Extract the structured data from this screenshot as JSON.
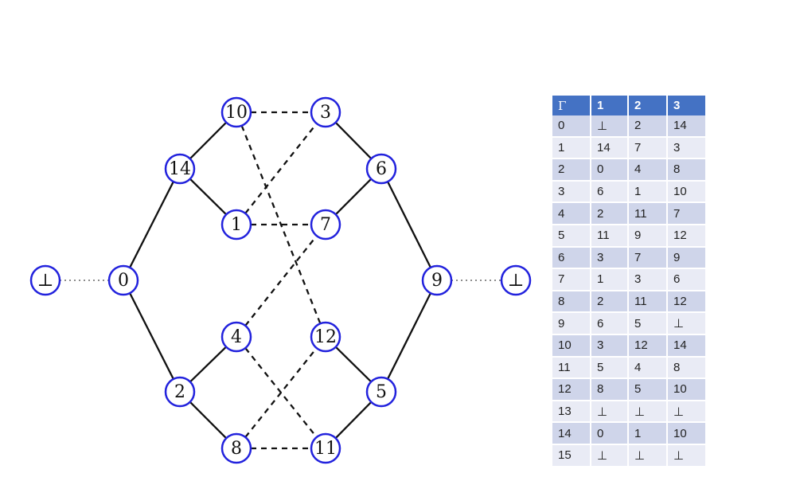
{
  "diagram": {
    "nodes": [
      {
        "id": "n0",
        "label": "0"
      },
      {
        "id": "n1",
        "label": "1"
      },
      {
        "id": "n2",
        "label": "2"
      },
      {
        "id": "n3",
        "label": "3"
      },
      {
        "id": "n4",
        "label": "4"
      },
      {
        "id": "n5",
        "label": "5"
      },
      {
        "id": "n6",
        "label": "6"
      },
      {
        "id": "n7",
        "label": "7"
      },
      {
        "id": "n8",
        "label": "8"
      },
      {
        "id": "n9",
        "label": "9"
      },
      {
        "id": "n10",
        "label": "10"
      },
      {
        "id": "n11",
        "label": "11"
      },
      {
        "id": "n12",
        "label": "12"
      },
      {
        "id": "n14",
        "label": "14"
      },
      {
        "id": "bl",
        "label": "⊥"
      },
      {
        "id": "br",
        "label": "⊥"
      }
    ],
    "edges": [
      {
        "from": "n0",
        "to": "n14",
        "style": "solid"
      },
      {
        "from": "n0",
        "to": "n2",
        "style": "solid"
      },
      {
        "from": "n14",
        "to": "n10",
        "style": "solid"
      },
      {
        "from": "n14",
        "to": "n1",
        "style": "solid"
      },
      {
        "from": "n2",
        "to": "n4",
        "style": "solid"
      },
      {
        "from": "n2",
        "to": "n8",
        "style": "solid"
      },
      {
        "from": "n3",
        "to": "n6",
        "style": "solid"
      },
      {
        "from": "n7",
        "to": "n6",
        "style": "solid"
      },
      {
        "from": "n6",
        "to": "n9",
        "style": "solid"
      },
      {
        "from": "n12",
        "to": "n5",
        "style": "solid"
      },
      {
        "from": "n11",
        "to": "n5",
        "style": "solid"
      },
      {
        "from": "n5",
        "to": "n9",
        "style": "solid"
      },
      {
        "from": "n10",
        "to": "n3",
        "style": "dashed"
      },
      {
        "from": "n10",
        "to": "n12",
        "style": "dashed"
      },
      {
        "from": "n1",
        "to": "n3",
        "style": "dashed"
      },
      {
        "from": "n1",
        "to": "n7",
        "style": "dashed"
      },
      {
        "from": "n4",
        "to": "n7",
        "style": "dashed"
      },
      {
        "from": "n4",
        "to": "n11",
        "style": "dashed"
      },
      {
        "from": "n8",
        "to": "n12",
        "style": "dashed"
      },
      {
        "from": "n8",
        "to": "n11",
        "style": "dashed"
      },
      {
        "from": "bl",
        "to": "n0",
        "style": "dotted"
      },
      {
        "from": "n9",
        "to": "br",
        "style": "dotted"
      }
    ],
    "node_stroke_color": "#2222dd",
    "edge_color": "#111111"
  },
  "table": {
    "headers": [
      "Γ",
      "1",
      "2",
      "3"
    ],
    "rows": [
      [
        "0",
        "⊥",
        "2",
        "14"
      ],
      [
        "1",
        "14",
        "7",
        "3"
      ],
      [
        "2",
        "0",
        "4",
        "8"
      ],
      [
        "3",
        "6",
        "1",
        "10"
      ],
      [
        "4",
        "2",
        "11",
        "7"
      ],
      [
        "5",
        "11",
        "9",
        "12"
      ],
      [
        "6",
        "3",
        "7",
        "9"
      ],
      [
        "7",
        "1",
        "3",
        "6"
      ],
      [
        "8",
        "2",
        "11",
        "12"
      ],
      [
        "9",
        "6",
        "5",
        "⊥"
      ],
      [
        "10",
        "3",
        "12",
        "14"
      ],
      [
        "11",
        "5",
        "4",
        "8"
      ],
      [
        "12",
        "8",
        "5",
        "10"
      ],
      [
        "13",
        "⊥",
        "⊥",
        "⊥"
      ],
      [
        "14",
        "0",
        "1",
        "10"
      ],
      [
        "15",
        "⊥",
        "⊥",
        "⊥"
      ]
    ],
    "header_color": "#4472c4",
    "row_colors": [
      "#cfd5ea",
      "#e9ebf5"
    ]
  }
}
